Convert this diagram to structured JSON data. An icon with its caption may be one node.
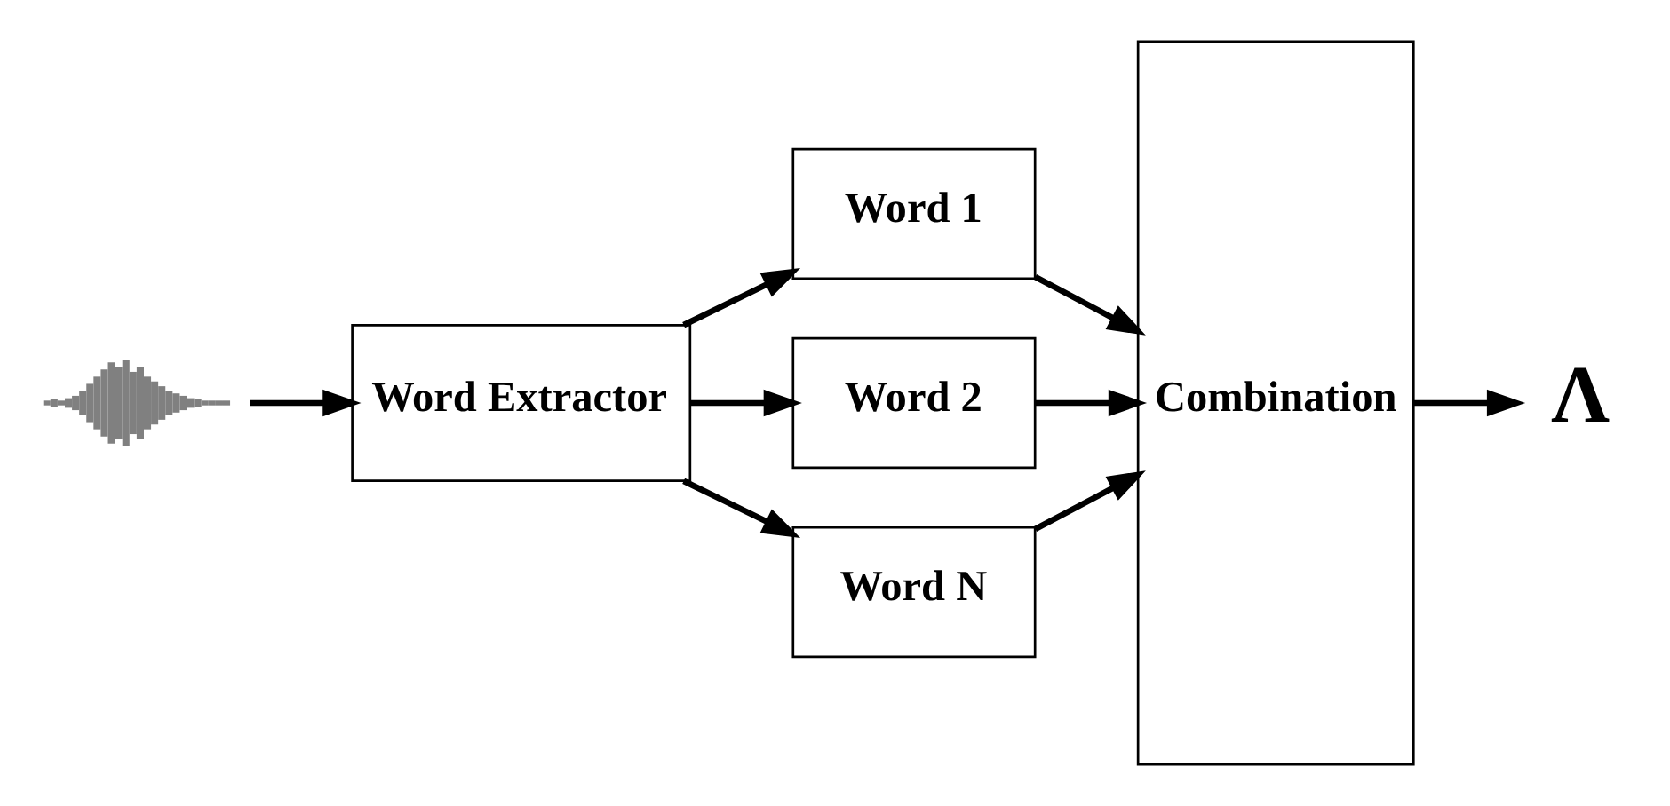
{
  "diagram": {
    "nodes": [
      {
        "text": [],
        "shape": "waveform"
      },
      {
        "text": [
          "Word Extractor"
        ]
      },
      {
        "text": [
          "Word 1"
        ]
      },
      {
        "text": [
          "Word 2"
        ]
      },
      {
        "text": [
          "Word N"
        ]
      },
      {
        "text": [
          "Combination"
        ]
      },
      {
        "text": [
          "Λ"
        ]
      }
    ],
    "edges": [
      {
        "from": 0,
        "to": 1,
        "arrow": "to"
      },
      {
        "from": 1,
        "to": 2,
        "arrow": "to"
      },
      {
        "from": 1,
        "to": 3,
        "arrow": "to"
      },
      {
        "from": 1,
        "to": 4,
        "arrow": "to"
      },
      {
        "from": 2,
        "to": 5,
        "arrow": "to"
      },
      {
        "from": 3,
        "to": 5,
        "arrow": "to"
      },
      {
        "from": 4,
        "to": 5,
        "arrow": "to"
      },
      {
        "from": 5,
        "to": 6,
        "arrow": "to"
      }
    ]
  }
}
